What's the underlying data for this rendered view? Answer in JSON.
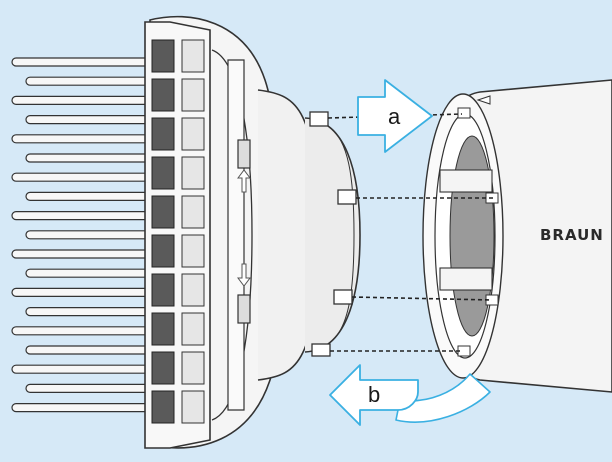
{
  "labels": {
    "a": "a",
    "b": "b"
  },
  "brand": "BRAUN",
  "colors": {
    "background": "#d6e9f7",
    "arrow_fill": "#ffffff",
    "arrow_stroke": "#3ab0e2",
    "outline": "#333333",
    "body": "#f3f3f3",
    "bore": "#9a9a9a"
  },
  "icons": [
    "arrow-up-icon",
    "arrow-down-icon"
  ]
}
